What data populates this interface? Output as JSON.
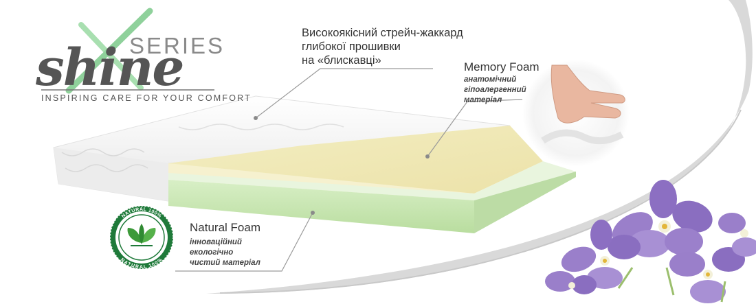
{
  "logo": {
    "series": "SERIES",
    "word": "shine",
    "tagline": "INSPIRING CARE FOR YOUR COMFORT"
  },
  "callouts": {
    "jacquard": {
      "line1": "Високоякісний стрейч-жаккард",
      "line2": "глибокої прошивки",
      "line3": "на «блискавці»"
    },
    "memory_foam": {
      "title": "Memory Foam",
      "line1": "анатомічний",
      "line2": "гіпоалергенний",
      "line3": "матеріал"
    },
    "natural_foam": {
      "title": "Natural Foam",
      "line1": "інноваційний",
      "line2": "екологічно",
      "line3": "чистий матеріал"
    }
  },
  "seal": {
    "text_top": "NATURAL 100%",
    "text_bottom": "NATURAL 100%",
    "icon": "leaf-icon"
  },
  "colors": {
    "green_foam": "#c9e6b4",
    "memory_foam": "#f2ecbc",
    "cover": "#f4f4f4",
    "seal_green": "#1f7a3a",
    "violet": "#8f72c2",
    "logo_accent": "#8fd19b"
  }
}
